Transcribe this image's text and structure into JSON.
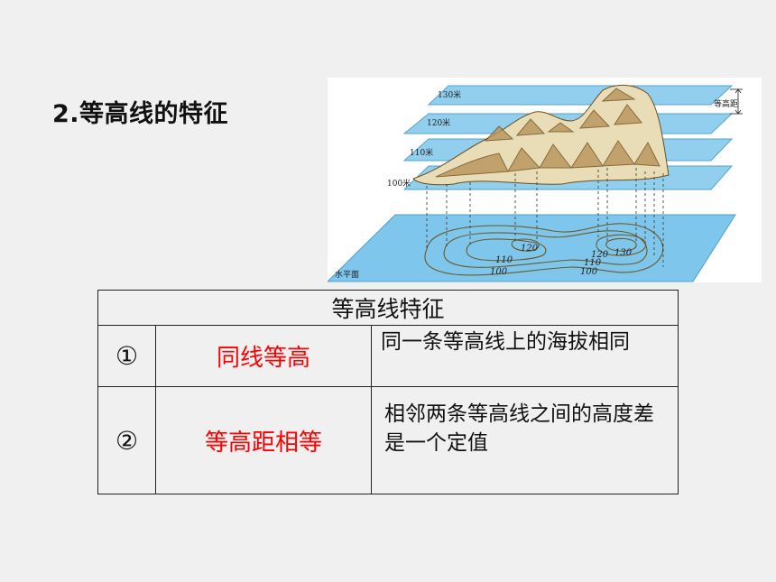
{
  "title": "2.等高线的特征",
  "diagram": {
    "plane_labels": [
      "130米",
      "120米",
      "110米",
      "100米"
    ],
    "base_label": "水平面",
    "interval_label": "等高距",
    "contour_labels": [
      "120",
      "120",
      "130",
      "110",
      "110",
      "100",
      "100"
    ]
  },
  "table": {
    "header": "等高线特征",
    "rows": [
      {
        "num": "①",
        "key": "同线等高",
        "desc": "同一条等高线上的海拔相同"
      },
      {
        "num": "②",
        "key": "等高距相等",
        "desc": "相邻两条等高线之间的高度差是一个定值"
      }
    ]
  }
}
